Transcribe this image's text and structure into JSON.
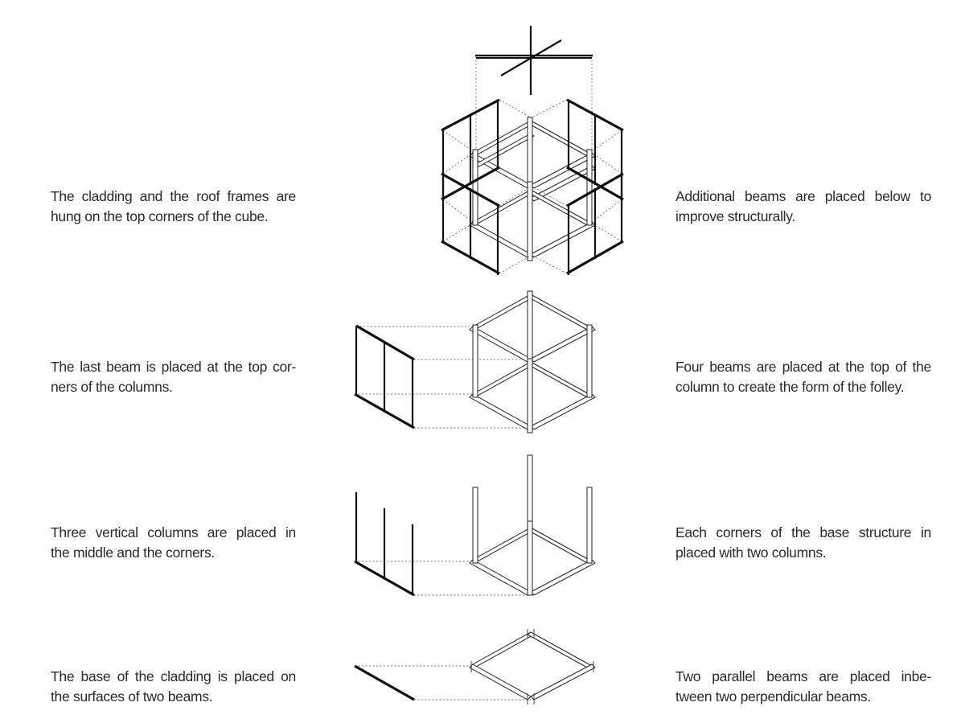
{
  "steps": [
    {
      "left_lines": [
        "The cladding and the roof frames are",
        "hung on the top corners of the cube."
      ],
      "right_lines": [
        "Additional beams are placed below to",
        "improve structurally."
      ]
    },
    {
      "left_lines": [
        "The last beam is placed at the top cor-",
        "ners of the columns."
      ],
      "right_lines": [
        "Four beams are placed at the top of the",
        "column to create the form of the folley."
      ]
    },
    {
      "left_lines": [
        "Three vertical columns are placed in",
        "the middle and the corners."
      ],
      "right_lines": [
        "Each corners of the base structure in",
        "placed with two columns."
      ]
    },
    {
      "left_lines": [
        "The base of the cladding is placed on",
        "the surfaces of two beams."
      ],
      "right_lines": [
        "Two parallel beams are placed inbe-",
        "tween two perpendicular beams."
      ]
    }
  ]
}
